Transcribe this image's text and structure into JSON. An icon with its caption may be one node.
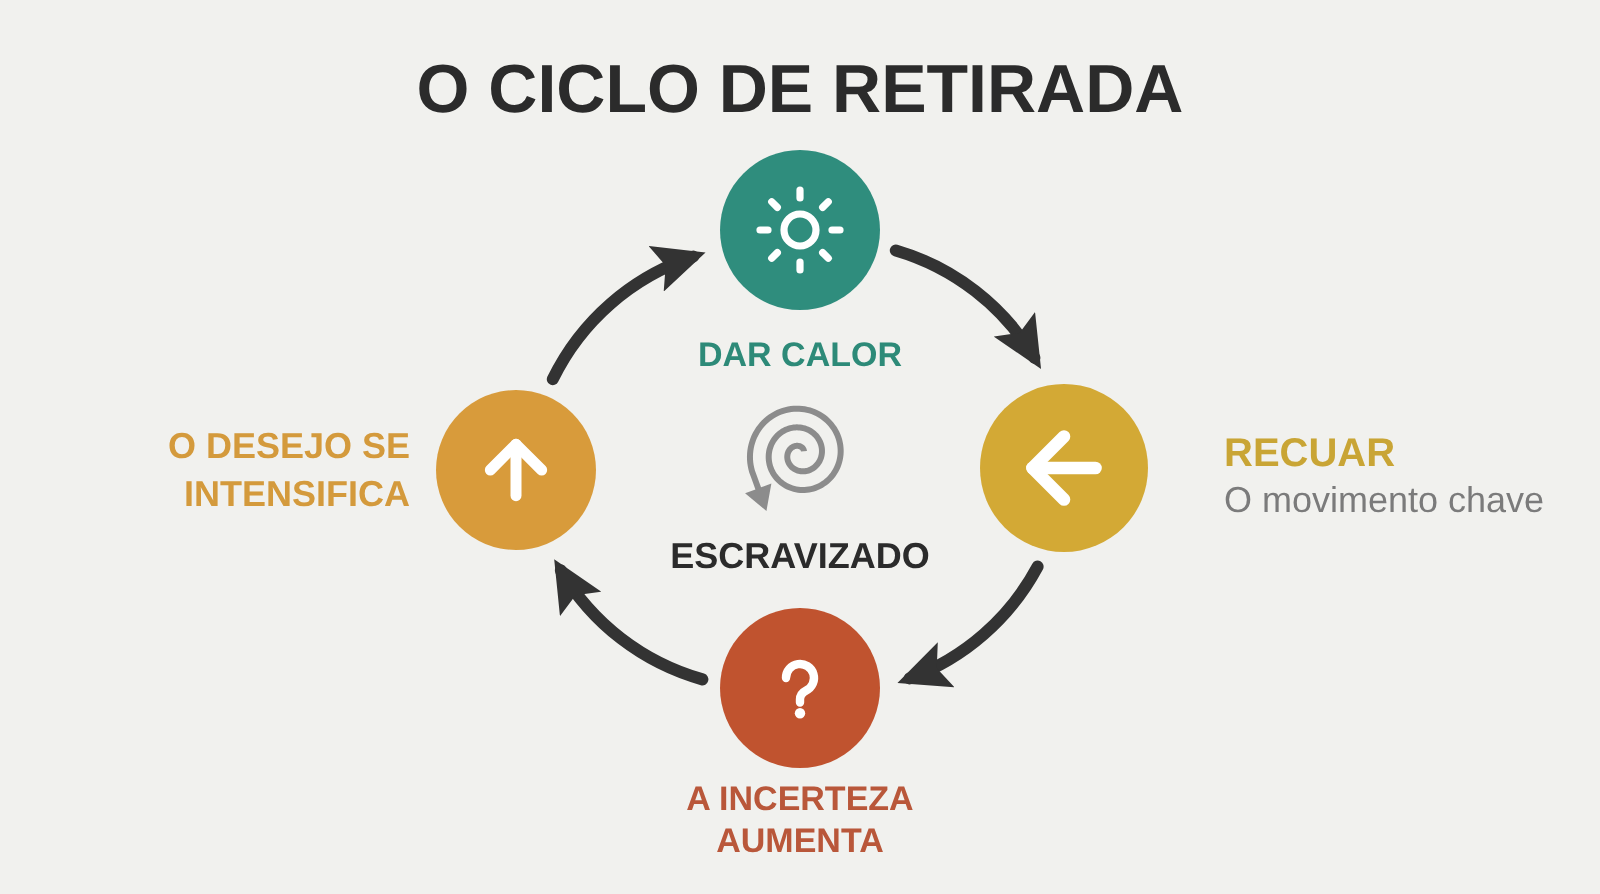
{
  "diagram": {
    "title": "O CICLO DE RETIRADA",
    "nodes": [
      {
        "text": [
          "DAR CALOR"
        ]
      },
      {
        "text": [
          "O DESEJO SE INTENSIFICA"
        ]
      },
      {
        "text": [
          "RECUAR",
          "O movimento chave"
        ]
      },
      {
        "text": [
          "A INCERTEZA AUMENTA"
        ]
      }
    ],
    "edges": [
      {
        "from": 0,
        "to": 2,
        "arrow": "to"
      },
      {
        "from": 2,
        "to": 3,
        "arrow": "to"
      },
      {
        "from": 3,
        "to": 1,
        "arrow": "to"
      },
      {
        "from": 1,
        "to": 0,
        "arrow": "to"
      }
    ],
    "labels": [
      "ESCRAVIZADO"
    ]
  }
}
